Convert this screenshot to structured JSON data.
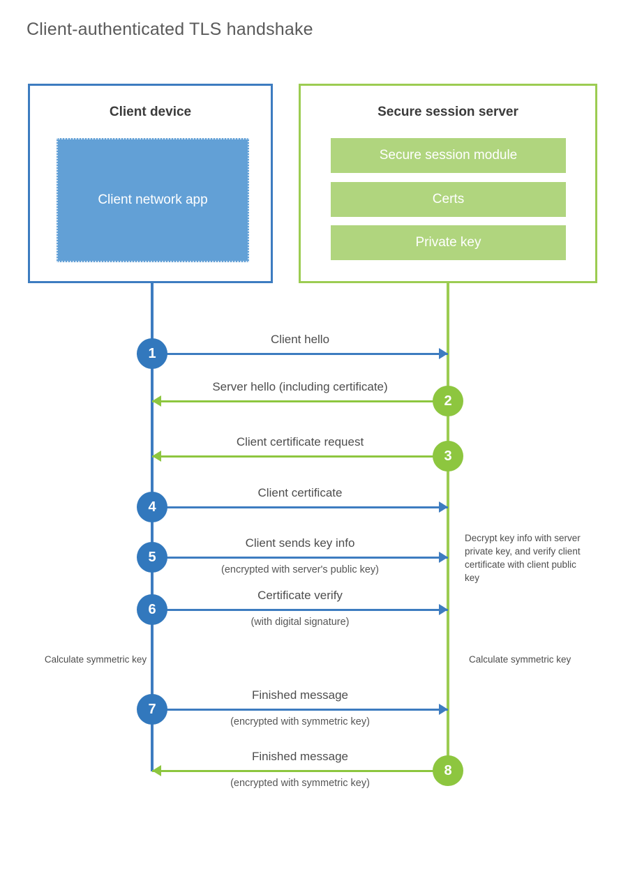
{
  "title": "Client-authenticated TLS handshake",
  "colors": {
    "client_blue": "#3d7cc0",
    "client_app_fill": "#62a0d6",
    "server_green": "#9ccc52",
    "server_bar_fill": "#b0d57e",
    "step_blue": "#3278bd",
    "step_green": "#8dc63f",
    "text": "#4d4d4d"
  },
  "actors": {
    "client": {
      "title": "Client device",
      "app_label": "Client network app"
    },
    "server": {
      "title": "Secure session server",
      "modules": [
        "Secure session module",
        "Certs",
        "Private key"
      ]
    }
  },
  "steps": [
    {
      "number": "1",
      "label": "Client hello",
      "sublabel": "",
      "direction": "client-to-server",
      "side": "client"
    },
    {
      "number": "2",
      "label": "Server hello (including certificate)",
      "sublabel": "",
      "direction": "server-to-client",
      "side": "server"
    },
    {
      "number": "3",
      "label": "Client certificate request",
      "sublabel": "",
      "direction": "server-to-client",
      "side": "server"
    },
    {
      "number": "4",
      "label": "Client certificate",
      "sublabel": "",
      "direction": "client-to-server",
      "side": "client"
    },
    {
      "number": "5",
      "label": "Client sends key info",
      "sublabel": "(encrypted with server's public key)",
      "direction": "client-to-server",
      "side": "client"
    },
    {
      "number": "6",
      "label": "Certificate verify",
      "sublabel": "(with digital signature)",
      "direction": "client-to-server",
      "side": "client"
    },
    {
      "number": "7",
      "label": "Finished message",
      "sublabel": "(encrypted with symmetric key)",
      "direction": "client-to-server",
      "side": "client"
    },
    {
      "number": "8",
      "label": "Finished message",
      "sublabel": "(encrypted with symmetric key)",
      "direction": "server-to-client",
      "side": "server"
    }
  ],
  "annotations": {
    "decrypt_note": "Decrypt key info with server private key, and verify client certificate with client public key",
    "calculate_client": "Calculate symmetric key",
    "calculate_server": "Calculate symmetric key"
  }
}
